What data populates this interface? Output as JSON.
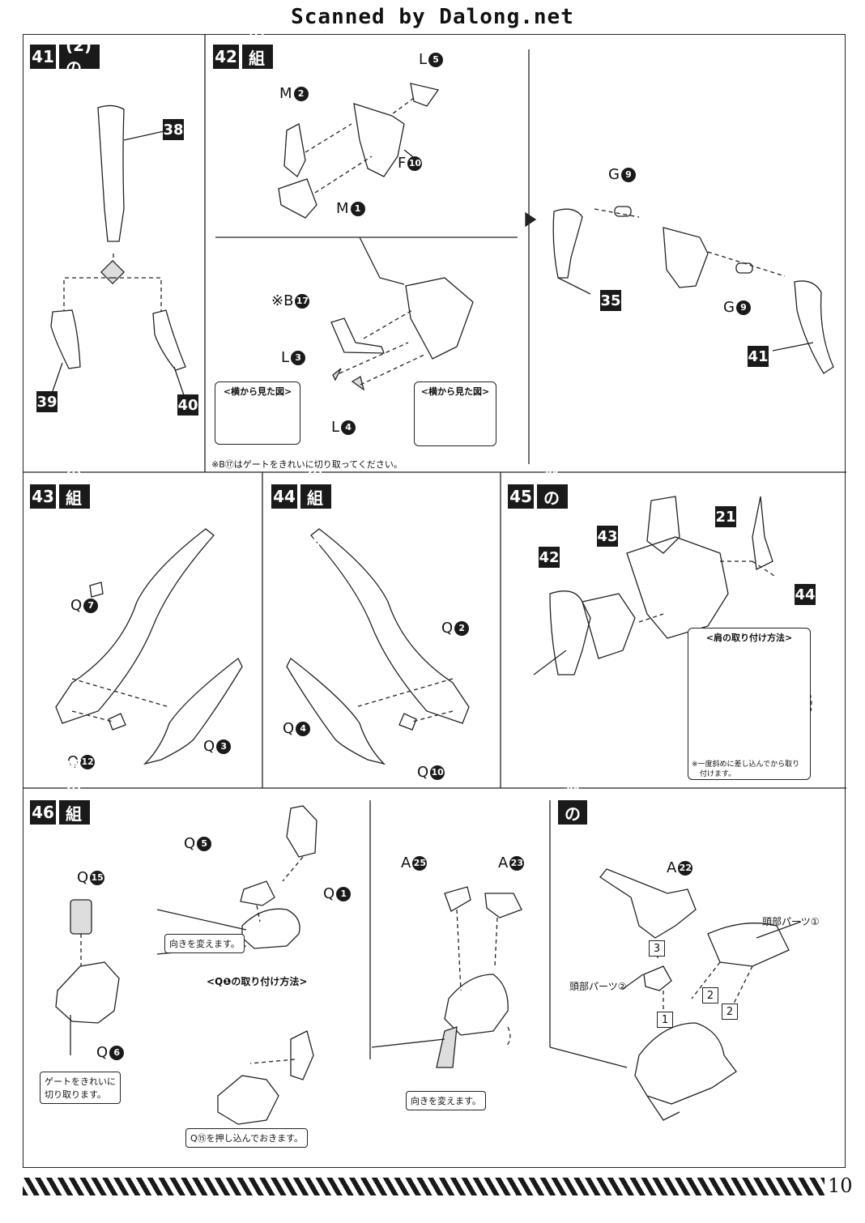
{
  "header": {
    "scan_credit": "Scanned by Dalong.net"
  },
  "page_number": "10",
  "steps": {
    "s41": {
      "num": "41",
      "title": "左腕(2)の完成",
      "parts": [
        "38",
        "39",
        "40"
      ]
    },
    "s42": {
      "num": "42",
      "title": "胸部の組み立て",
      "labels": {
        "m2": "M",
        "m2n": "2",
        "l5": "L",
        "l5n": "5",
        "f10": "F",
        "f10n": "10",
        "m1": "M",
        "m1n": "1",
        "b17": "※B",
        "b17n": "17",
        "l3": "L",
        "l3n": "3",
        "l4": "L",
        "l4n": "4"
      },
      "side_view": "<横から見た図>",
      "note": "※B⑰はゲートをきれいに切り取ってください。"
    },
    "s42b": {
      "g9a": "G",
      "g9an": "9",
      "g9b": "G",
      "g9bn": "9",
      "p35": "35",
      "p41": "41"
    },
    "s43": {
      "num": "43",
      "title": "右肩の組み立て",
      "q7": "Q",
      "q7n": "7",
      "q12": "Q",
      "q12n": "12",
      "q3": "Q",
      "q3n": "3"
    },
    "s44": {
      "num": "44",
      "title": "左肩の組み立て",
      "q2": "Q",
      "q2n": "2",
      "q4": "Q",
      "q4n": "4",
      "q10": "Q",
      "q10n": "10"
    },
    "s45": {
      "num": "45",
      "title": "胸部の完成",
      "p43": "43",
      "p21": "21",
      "p42": "42",
      "p44": "44",
      "sub_title": "<肩の取り付け方法>",
      "sub_note_1": "※一度斜めに差し込んでから取り",
      "sub_note_2": "付けます。"
    },
    "s46": {
      "num": "46",
      "title": "頭部の組み立て",
      "q15": "Q",
      "q15n": "15",
      "q6": "Q",
      "q6n": "6",
      "q5": "Q",
      "q5n": "5",
      "q1": "Q",
      "q1n": "1",
      "gate_note_1": "ゲートをきれいに",
      "gate_note_2": "切り取ります。",
      "turn_note": "向きを変えます。",
      "q1_method": "<Q❶の取り付け方法>",
      "push_note": "Q⑮を押し込んでおきます。",
      "a25": "A",
      "a25n": "25",
      "a23": "A",
      "a23n": "23",
      "turn_note_2": "向きを変えます。"
    },
    "head_done": {
      "title": "頭部の完成",
      "a22": "A",
      "a22n": "22",
      "part1": "頭部パーツ①",
      "part2": "頭部パーツ②",
      "step1": "1",
      "step2a": "2",
      "step2b": "2",
      "step3": "3"
    }
  }
}
